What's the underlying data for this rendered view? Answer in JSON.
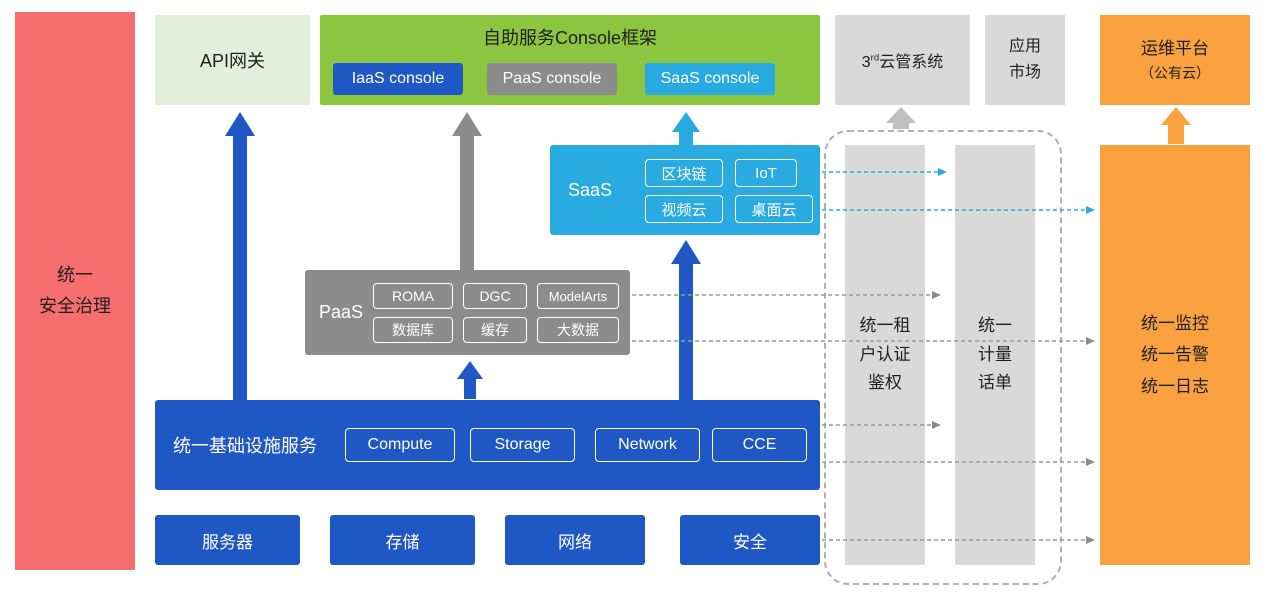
{
  "colors": {
    "red": "#F66E6E",
    "pale_green": "#E2EFDA",
    "green": "#8CC540",
    "blue": "#1F57C5",
    "gray": "#8C8C8C",
    "light_gray": "#D9D9D9",
    "cyan": "#29ABE2",
    "orange": "#F8A13E",
    "dashed_border": "#B0B0B0",
    "dashed_line_gray": "#999999"
  },
  "security_bar": {
    "lines": [
      "统一",
      "安全治理"
    ]
  },
  "api_gateway": {
    "label": "API网关"
  },
  "console_frame": {
    "title": "自助服务Console框架",
    "iaas": "IaaS console",
    "paas": "PaaS console",
    "saas": "SaaS console"
  },
  "third_party_cloud": {
    "base": "3",
    "sup": "rd",
    "rest": "云管系统"
  },
  "app_market": {
    "lines": [
      "应用",
      "市场"
    ]
  },
  "om_platform": {
    "lines": [
      "运维平台",
      "（公有云）"
    ]
  },
  "saas": {
    "label": "SaaS",
    "items": [
      "区块链",
      "IoT",
      "视频云",
      "桌面云"
    ]
  },
  "paas": {
    "label": "PaaS",
    "items": [
      "ROMA",
      "DGC",
      "ModelArts",
      "数据库",
      "缓存",
      "大数据"
    ]
  },
  "infrastructure": {
    "label": "统一基础设施服务",
    "items": [
      "Compute",
      "Storage",
      "Network",
      "CCE"
    ]
  },
  "bottom_row": {
    "items": [
      "服务器",
      "存储",
      "网络",
      "安全"
    ]
  },
  "tenant_auth_bar": {
    "lines": [
      "统一租",
      "户认证",
      "鉴权"
    ]
  },
  "metering_bar": {
    "lines": [
      "统一",
      "计量",
      "话单"
    ]
  },
  "monitoring_bar": {
    "lines": [
      "统一监控",
      "统一告警",
      "统一日志"
    ]
  }
}
